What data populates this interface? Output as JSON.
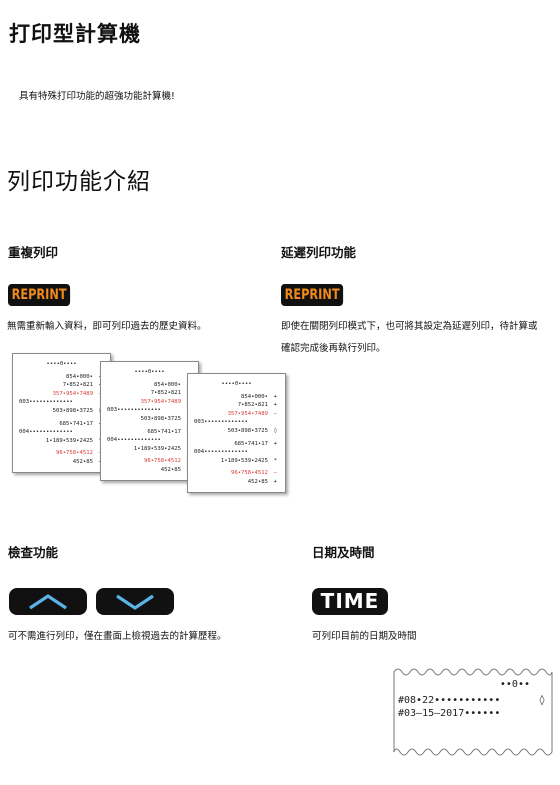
{
  "page_title": "打印型計算機",
  "subtitle": "具有特殊打印功能的超強功能計算機!",
  "section_title": "列印功能介紹",
  "features": {
    "reprint": {
      "title": "重複列印",
      "badge": "REPRINT",
      "desc": "無需重新輸入資料，即可列印過去的歷史資料。"
    },
    "delay": {
      "title": "延遲列印功能",
      "badge": "REPRINT",
      "desc_line1": "即使在關閉列印模式下，也可將其設定為延遲列印，待計算或",
      "desc_line2": "確認完成後再執行列印。"
    },
    "check": {
      "title": "檢查功能",
      "desc": "可不需進行列印，僅在畫面上檢視過去的計算歷程。"
    },
    "time": {
      "title": "日期及時間",
      "badge": "TIME",
      "desc": "可列印目前的日期及時間"
    }
  },
  "receipt": {
    "header": "••••0••••",
    "rows": [
      {
        "text": "854•000•",
        "sym": "+",
        "red": false
      },
      {
        "text": "7•852•821",
        "sym": "+",
        "red": false
      },
      {
        "text": "357•954•7489",
        "sym": "–",
        "red": true
      },
      {
        "text": "003•••••••••••••",
        "sym": "",
        "red": false,
        "left": true
      },
      {
        "text": "503•898•3725",
        "sym": "◊",
        "red": false
      },
      {
        "text": "",
        "sym": "",
        "gap": true
      },
      {
        "text": "685•741•17",
        "sym": "+",
        "red": false
      },
      {
        "text": "004•••••••••••••",
        "sym": "",
        "red": false,
        "left": true
      },
      {
        "text": "1•189•539•2425",
        "sym": "*",
        "red": false
      },
      {
        "text": "",
        "sym": "",
        "gap": true
      },
      {
        "text": "96•758•4512",
        "sym": "–",
        "red": true
      },
      {
        "text": "452•85",
        "sym": "+",
        "red": false
      }
    ]
  },
  "tape": {
    "line1": "••0••",
    "line2": "#08•22•••••••••••",
    "line2_sym": "◊",
    "line3": "#03–15–2017••••••"
  },
  "colors": {
    "reprint_text": "#f08a1c",
    "key_bg": "#111111",
    "arrow": "#5bb4e8",
    "red_ink": "#d9403a"
  },
  "icons": [
    "up-arrow-icon",
    "down-arrow-icon"
  ]
}
